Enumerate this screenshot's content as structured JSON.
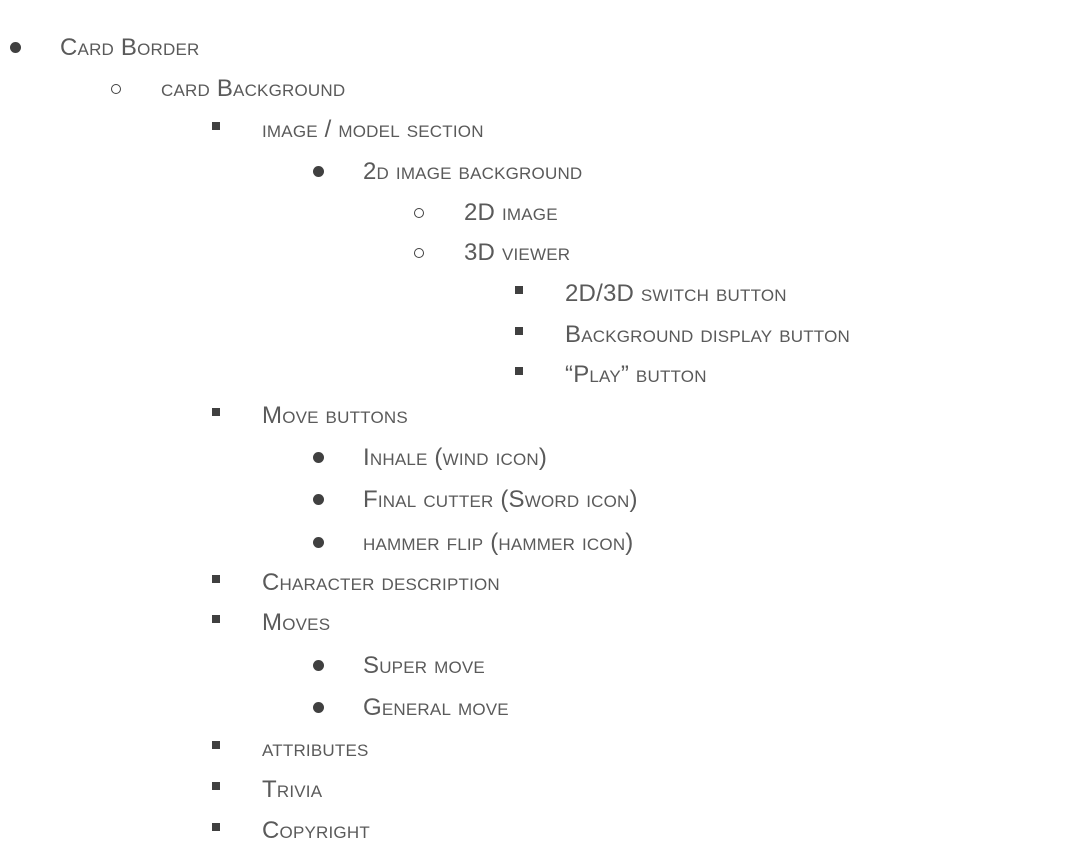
{
  "outline": [
    {
      "level": 0,
      "marker": "disc",
      "text": "Card Border"
    },
    {
      "level": 1,
      "marker": "circle",
      "text": "card Background"
    },
    {
      "level": 2,
      "marker": "square",
      "text": "image / model section"
    },
    {
      "level": 3,
      "marker": "disc",
      "text": "2d image background"
    },
    {
      "level": 4,
      "marker": "circle",
      "text": "2D image"
    },
    {
      "level": 4,
      "marker": "circle",
      "text": "3D viewer"
    },
    {
      "level": 5,
      "marker": "square",
      "text": "2D/3D switch button"
    },
    {
      "level": 5,
      "marker": "square",
      "text": "Background display button"
    },
    {
      "level": 5,
      "marker": "square",
      "text": "“Play” button"
    },
    {
      "level": 2,
      "marker": "square",
      "text": "Move buttons"
    },
    {
      "level": 3,
      "marker": "disc",
      "text": "Inhale (wind icon)"
    },
    {
      "level": 3,
      "marker": "disc",
      "text": "Final cutter (Sword icon)"
    },
    {
      "level": 3,
      "marker": "disc",
      "text": "hammer flip (hammer icon)"
    },
    {
      "level": 2,
      "marker": "square",
      "text": "Character description"
    },
    {
      "level": 2,
      "marker": "square",
      "text": "Moves"
    },
    {
      "level": 3,
      "marker": "disc",
      "text": "Super move"
    },
    {
      "level": 3,
      "marker": "disc",
      "text": "General move"
    },
    {
      "level": 2,
      "marker": "square",
      "text": "attributes"
    },
    {
      "level": 2,
      "marker": "square",
      "text": "Trivia"
    },
    {
      "level": 2,
      "marker": "square",
      "text": "Copyright"
    }
  ]
}
